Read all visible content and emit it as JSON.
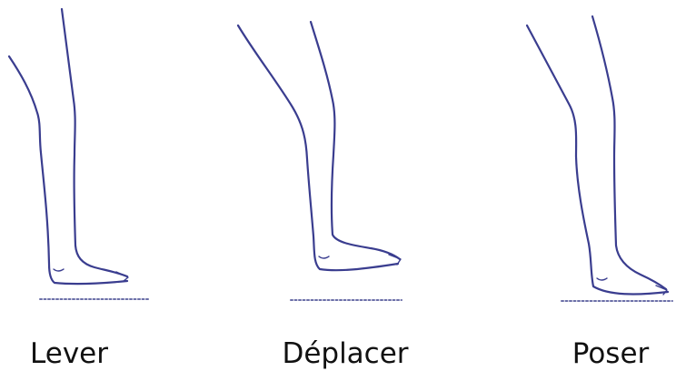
{
  "steps": [
    {
      "label": "Lever"
    },
    {
      "label": "Déplacer"
    },
    {
      "label": "Poser"
    }
  ],
  "colors": {
    "line": "#3a3d8f",
    "ground": "#6b6fa8",
    "text": "#111111",
    "background": "#ffffff"
  }
}
